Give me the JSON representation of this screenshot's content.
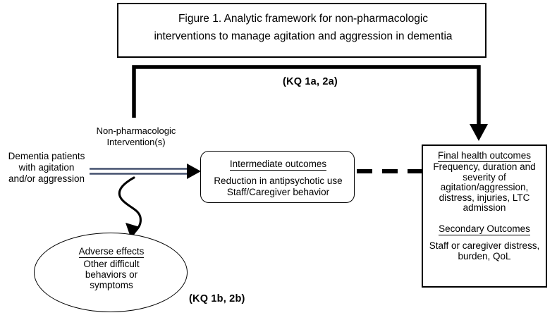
{
  "figure": {
    "title": "Figure 1. Analytic framework for non-pharmacologic\ninterventions to manage agitation and aggression in dementia"
  },
  "labels": {
    "kq_1a_2a": "(KQ 1a, 2a)",
    "kq_1b_2b": "(KQ 1b, 2b)",
    "population": "Dementia patients\nwith agitation\nand/or aggression",
    "intervention": "Non-pharmacologic\nIntervention(s)"
  },
  "nodes": {
    "intermediate": {
      "heading": "Intermediate outcomes",
      "body": "Reduction in antipsychotic use\nStaff/Caregiver behavior"
    },
    "final": {
      "heading": "Final health outcomes",
      "body": "Frequency, duration and\nseverity of\nagitation/aggression,\ndistress, injuries, LTC\nadmission",
      "secondary_heading": "Secondary Outcomes",
      "secondary_body": "Staff or caregiver distress,\nburden, QoL"
    },
    "adverse": {
      "heading": "Adverse effects",
      "body": "Other difficult\nbehaviors or\nsymptoms"
    }
  },
  "colors": {
    "stroke": "#000000",
    "background": "#ffffff",
    "population_arrow": "#5b6a8c"
  }
}
